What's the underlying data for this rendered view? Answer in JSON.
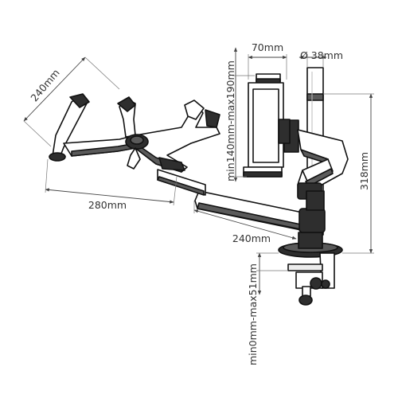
{
  "dimensions": {
    "laptop_tray_depth": "240mm",
    "laptop_tray_width": "280mm",
    "arm_length": "240mm",
    "tablet_holder_width": "70mm",
    "tablet_holder_range": "min140mm-max190mm",
    "pole_diameter": "Ø 38mm",
    "pole_height": "318mm",
    "desk_clamp_range": "min0mm-max51mm"
  },
  "colors": {
    "line": "#111111",
    "dim": "#444444",
    "text": "#333333"
  }
}
